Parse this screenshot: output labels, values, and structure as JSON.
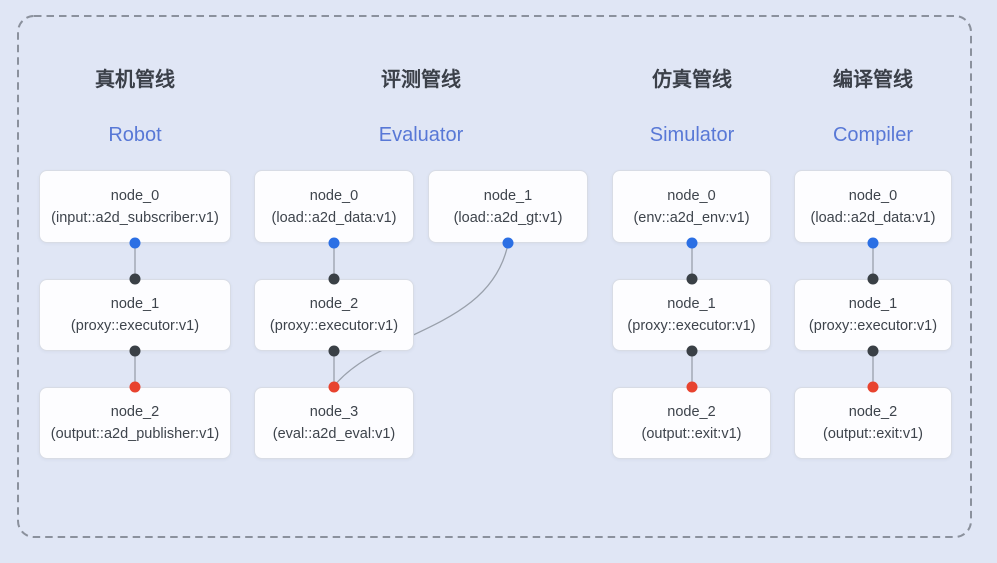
{
  "pipelines": [
    {
      "title_cn": "真机管线",
      "title_en": "Robot",
      "nodes": [
        {
          "name": "node_0",
          "type": "(input::a2d_subscriber:v1)"
        },
        {
          "name": "node_1",
          "type": "(proxy::executor:v1)"
        },
        {
          "name": "node_2",
          "type": "(output::a2d_publisher:v1)"
        }
      ]
    },
    {
      "title_cn": "评测管线",
      "title_en": "Evaluator",
      "nodes": [
        {
          "name": "node_0",
          "type": "(load::a2d_data:v1)"
        },
        {
          "name": "node_1",
          "type": "(load::a2d_gt:v1)"
        },
        {
          "name": "node_2",
          "type": "(proxy::executor:v1)"
        },
        {
          "name": "node_3",
          "type": "(eval::a2d_eval:v1)"
        }
      ]
    },
    {
      "title_cn": "仿真管线",
      "title_en": "Simulator",
      "nodes": [
        {
          "name": "node_0",
          "type": "(env::a2d_env:v1)"
        },
        {
          "name": "node_1",
          "type": "(proxy::executor:v1)"
        },
        {
          "name": "node_2",
          "type": "(output::exit:v1)"
        }
      ]
    },
    {
      "title_cn": "编译管线",
      "title_en": "Compiler",
      "nodes": [
        {
          "name": "node_0",
          "type": "(load::a2d_data:v1)"
        },
        {
          "name": "node_1",
          "type": "(proxy::executor:v1)"
        },
        {
          "name": "node_2",
          "type": "(output::exit:v1)"
        }
      ]
    }
  ],
  "colors": {
    "background": "#e0e6f5",
    "frame_dash": "#8b919d",
    "node_fill": "#fdfdff",
    "node_border": "#d8dce5",
    "node_text": "#3e444c",
    "title_cn": "#3b4049",
    "title_en": "#5878d6",
    "edge": "#99a0ab",
    "dot_blue": "#2b6fe4",
    "dot_dark": "#3a4046",
    "dot_red": "#e8432f"
  }
}
